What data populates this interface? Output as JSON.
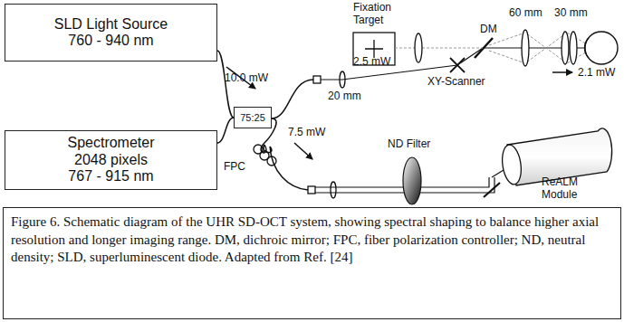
{
  "diagram": {
    "caption": "Figure 6. Schematic diagram of the UHR SD-OCT system, showing spectral shaping to balance higher axial resolution and longer imaging range. DM, dichroic mirror; FPC, fiber polarization controller; ND, neutral density; SLD, superluminescent diode. Adapted from Ref. [24]",
    "nodes": [
      {
        "text": [
          "SLD Light Source",
          "760 - 940 nm"
        ]
      },
      {
        "text": [
          "Spectrometer",
          "2048 pixels",
          "767 - 915 nm"
        ]
      },
      {
        "text": [
          "75:25"
        ]
      }
    ],
    "edges": [
      {
        "from": 0,
        "to": 2,
        "arrow": "none"
      },
      {
        "from": 1,
        "to": 2,
        "arrow": "none"
      }
    ],
    "labels": [
      "Fixation Target",
      "DM",
      "60 mm",
      "30 mm",
      "10.0 mW",
      "2.5 mW",
      "20 mm",
      "XY-Scanner",
      "2.1 mW",
      "7.5 mW",
      "FPC",
      "ND Filter",
      "ReALM Module"
    ]
  }
}
